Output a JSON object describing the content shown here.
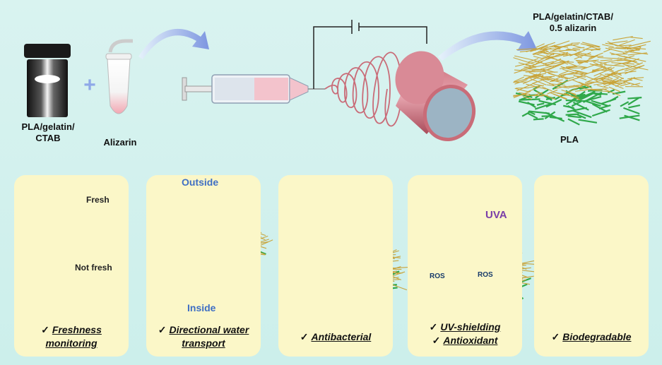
{
  "top": {
    "vial_label_line1": "PLA/gelatin/",
    "vial_label_line2": "CTAB",
    "plus": "+",
    "tube_label": "Alizarin",
    "product_label_line1": "PLA/gelatin/CTAB/",
    "product_label_line2": "0.5 alizarin",
    "base_label": "PLA"
  },
  "cards": [
    {
      "caption_line1": "Freshness",
      "caption_line2": "monitoring",
      "bubble_fresh": "Fresh",
      "bubble_not_fresh": "Not fresh"
    },
    {
      "caption_line1": "Directional water",
      "caption_line2": "transport",
      "outside_label": "Outside",
      "inside_label": "Inside"
    },
    {
      "caption_line1": "Antibacterial"
    },
    {
      "caption_line1": "UV-shielding",
      "caption_line2": "Antioxidant",
      "uva_label": "UVA",
      "ros_label": "ROS"
    },
    {
      "caption_line1": "Biodegradable"
    }
  ],
  "check_mark": "✓",
  "colors": {
    "background": "#ccefeb",
    "card": "#fbf7c8",
    "fiber_gold": "#c9a43a",
    "fiber_green": "#2fa84a",
    "arrow_blue": "#8fa8e8",
    "uva_purple": "#7a3ea8",
    "recycle_green": "#8fd080"
  }
}
